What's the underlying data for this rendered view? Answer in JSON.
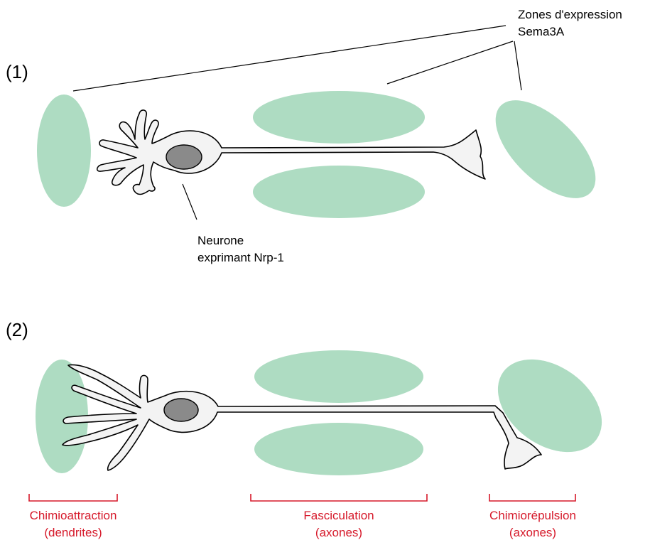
{
  "panel1": {
    "number": "(1)"
  },
  "panel2": {
    "number": "(2)"
  },
  "labels": {
    "zones_line1": "Zones d'expression",
    "zones_line2": "Sema3A",
    "neurone_line1": "Neurone",
    "neurone_line2": "exprimant Nrp-1"
  },
  "effects": [
    {
      "line1": "Chimioattraction",
      "line2": "(dendrites)"
    },
    {
      "line1": "Fasciculation",
      "line2": "(axones)"
    },
    {
      "line1": "Chimiorépulsion",
      "line2": "(axones)"
    }
  ],
  "colors": {
    "zone": "#aedcc2",
    "effect_text": "#d6192a",
    "cell": "#f3f3f3",
    "nucleus": "#8a8a8a"
  }
}
